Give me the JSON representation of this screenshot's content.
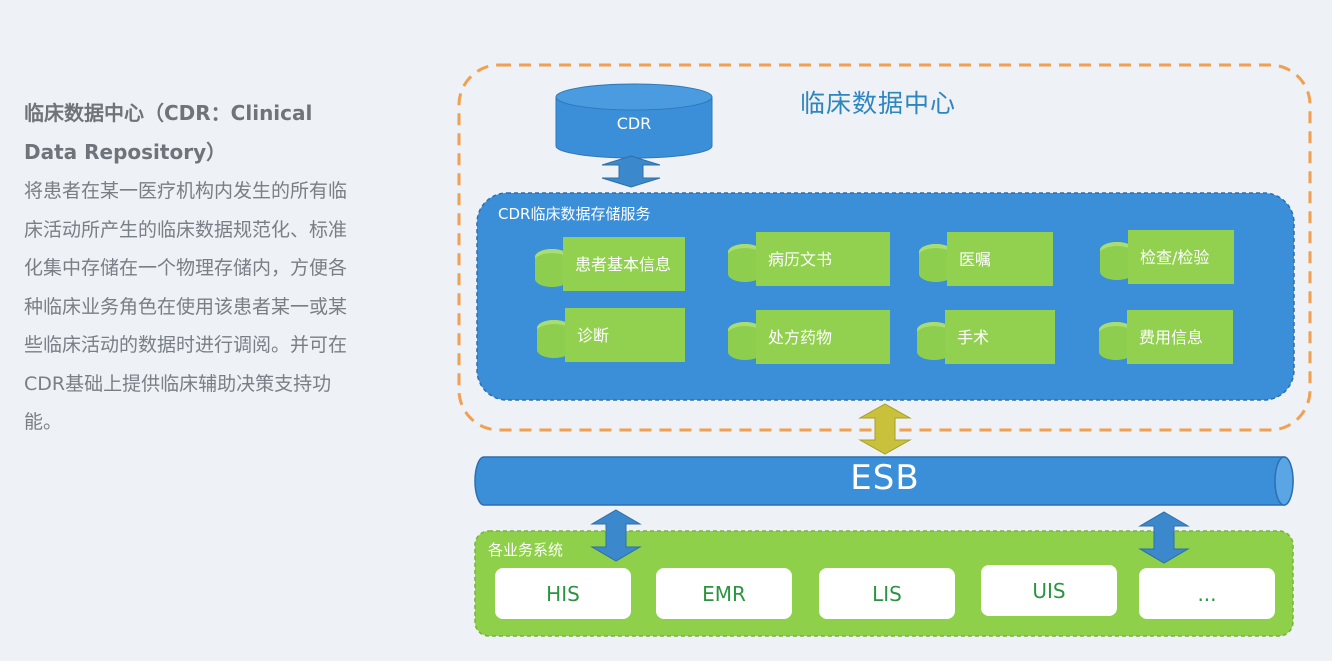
{
  "description": {
    "title": "临床数据中心（CDR：Clinical Data Repository）",
    "body": "将患者在某一医疗机构内发生的所有临床活动所产生的临床数据规范化、标准化集中存储在一个物理存储内，方便各种临床业务角色在使用该患者某一或某些临床活动的数据时进行调阅。并可在CDR基础上提供临床辅助决策支持功能。"
  },
  "diagram": {
    "center_title": "临床数据中心",
    "cdr_db": "CDR",
    "service_title": "CDR临床数据存储服务",
    "items": [
      "患者基本信息",
      "病历文书",
      "医嘱",
      "检查/检验",
      "诊断",
      "处方药物",
      "手术",
      "费用信息"
    ],
    "esb": "ESB",
    "business_title": "各业务系统",
    "systems": [
      "HIS",
      "EMR",
      "LIS",
      "UIS",
      "..."
    ]
  },
  "colors": {
    "blue": "#3a8fd8",
    "green": "#92d050",
    "orange_dashed": "#f0a050",
    "arrow_blue": "#3b88cc",
    "arrow_gold": "#c9c03c"
  }
}
